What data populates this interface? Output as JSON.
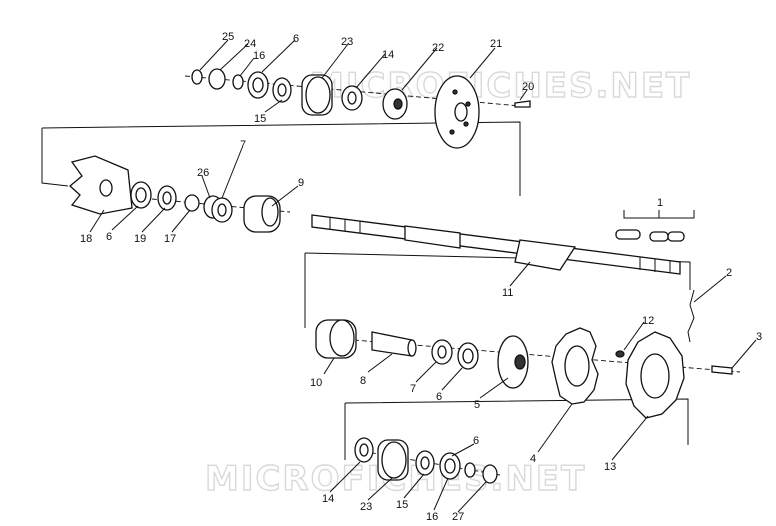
{
  "watermark_top": "MICROFICHES.NET",
  "watermark_bottom": "MICROFICHES.NET",
  "callouts": {
    "p1": "1",
    "p2": "2",
    "p3": "3",
    "p4": "4",
    "p5": "5",
    "p6a": "6",
    "p6b": "6",
    "p6c": "6",
    "p6d": "6",
    "p7a": "7",
    "p7b": "7",
    "p8": "8",
    "p9": "9",
    "p10": "10",
    "p11": "11",
    "p12": "12",
    "p13": "13",
    "p14a": "14",
    "p14b": "14",
    "p15a": "15",
    "p15b": "15",
    "p16a": "16",
    "p16b": "16",
    "p17": "17",
    "p18": "18",
    "p19": "19",
    "p20": "20",
    "p21": "21",
    "p22": "22",
    "p23a": "23",
    "p23b": "23",
    "p24": "24",
    "p25": "25",
    "p26": "26",
    "p27": "27"
  }
}
